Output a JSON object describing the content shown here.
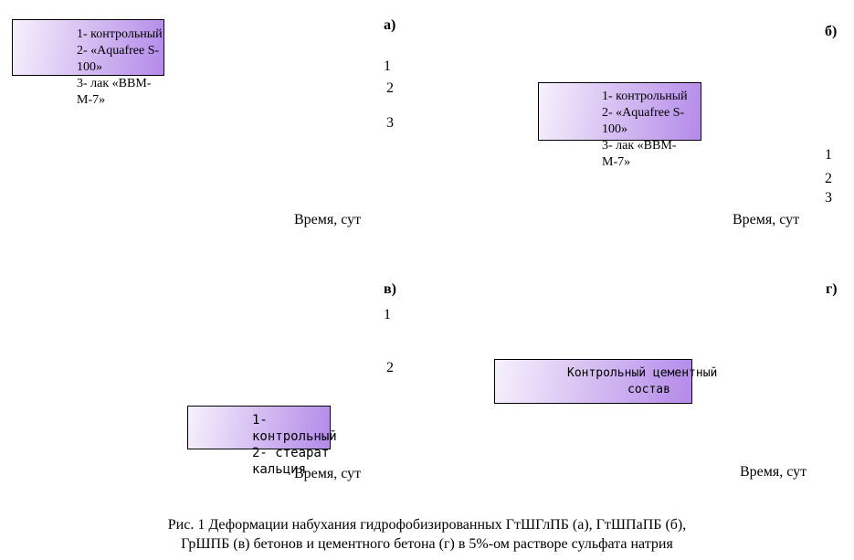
{
  "panels": {
    "a": {
      "label": "а)",
      "legend": [
        "1- контрольный",
        "2- «Aquafree S-100»",
        "3- лак «ВВМ-М-7»"
      ],
      "curves": [
        "1",
        "2",
        "3"
      ],
      "xlabel": "Время, сут"
    },
    "b": {
      "label": "б)",
      "legend": [
        "1- контрольный",
        "2- «Aquafree S-100»",
        "3- лак «ВВМ-М-7»"
      ],
      "curves": [
        "1",
        "2",
        "3"
      ],
      "xlabel": "Время, сут"
    },
    "v": {
      "label": "в)",
      "legend": [
        "1- контрольный",
        "2- стеарат кальция"
      ],
      "curves": [
        "1",
        "2"
      ],
      "xlabel": "Время, сут"
    },
    "g": {
      "label": "г)",
      "legend": [
        "Контрольный цементный",
        "состав"
      ],
      "xlabel": "Время, сут"
    }
  },
  "caption": {
    "line1": "Рис. 1   Деформации набухания гидрофобизированных ГтШГлПБ (а), ГтШПаПБ (б),",
    "line2": "ГрШПБ (в) бетонов и цементного бетона (г) в 5%-ом растворе сульфата натрия"
  },
  "colors": {
    "legend_fill_start": "#f7f1fd",
    "legend_fill_end": "#b48ae9",
    "border": "#000000"
  }
}
